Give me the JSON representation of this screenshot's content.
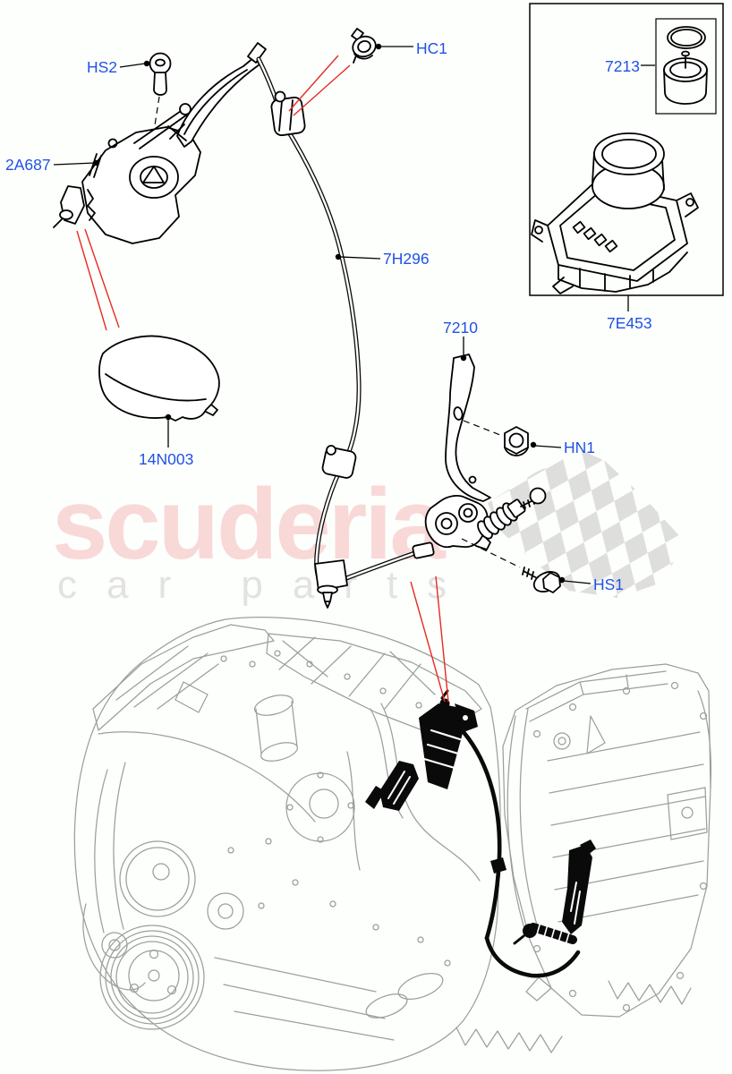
{
  "page": {
    "background_color": "#fdfffc"
  },
  "watermark": {
    "brand": "scuderia",
    "tagline": "car parts",
    "brand_color": "#f9d8d8",
    "tagline_color": "#e2e2e2",
    "flag_color": "#d8d8d8"
  },
  "diagram": {
    "label_color": "#2051e6",
    "leader_color": "#e82a22",
    "line_color": "#000000",
    "artwork_color": "#99a09b",
    "labels": {
      "hs2": "HS2",
      "hc1": "HC1",
      "2a687": "2A687",
      "7h296": "7H296",
      "7213": "7213",
      "7e453": "7E453",
      "7210": "7210",
      "hn1": "HN1",
      "14n003": "14N003",
      "hs1": "HS1"
    }
  }
}
